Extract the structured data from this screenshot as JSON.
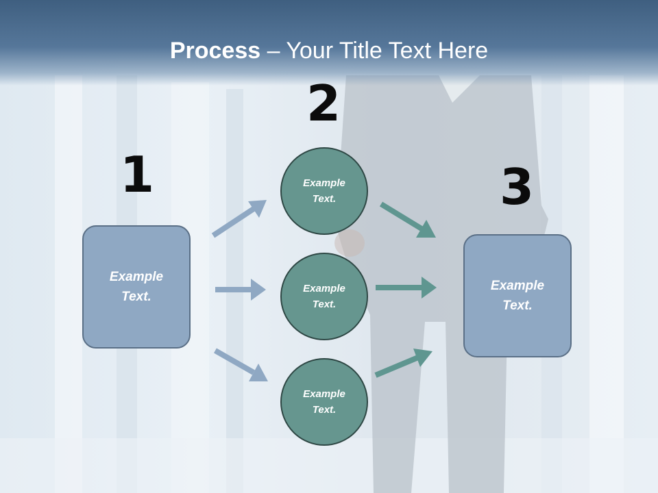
{
  "title": {
    "bold": "Process",
    "rest": " – Your Title Text Here"
  },
  "steps": {
    "one": "1",
    "two": "2",
    "three": "3"
  },
  "left_box": {
    "line1": "Example",
    "line2": "Text."
  },
  "circles": [
    {
      "line1": "Example",
      "line2": "Text."
    },
    {
      "line1": "Example",
      "line2": "Text."
    },
    {
      "line1": "Example",
      "line2": "Text."
    }
  ],
  "right_box": {
    "line1": "Example",
    "line2": "Text."
  },
  "colors": {
    "header": "#4a6b8c",
    "box_fill": "#8fa8c3",
    "circle_fill": "#66968f",
    "arrow_left": "#8fa8c3",
    "arrow_right": "#5f9690"
  }
}
